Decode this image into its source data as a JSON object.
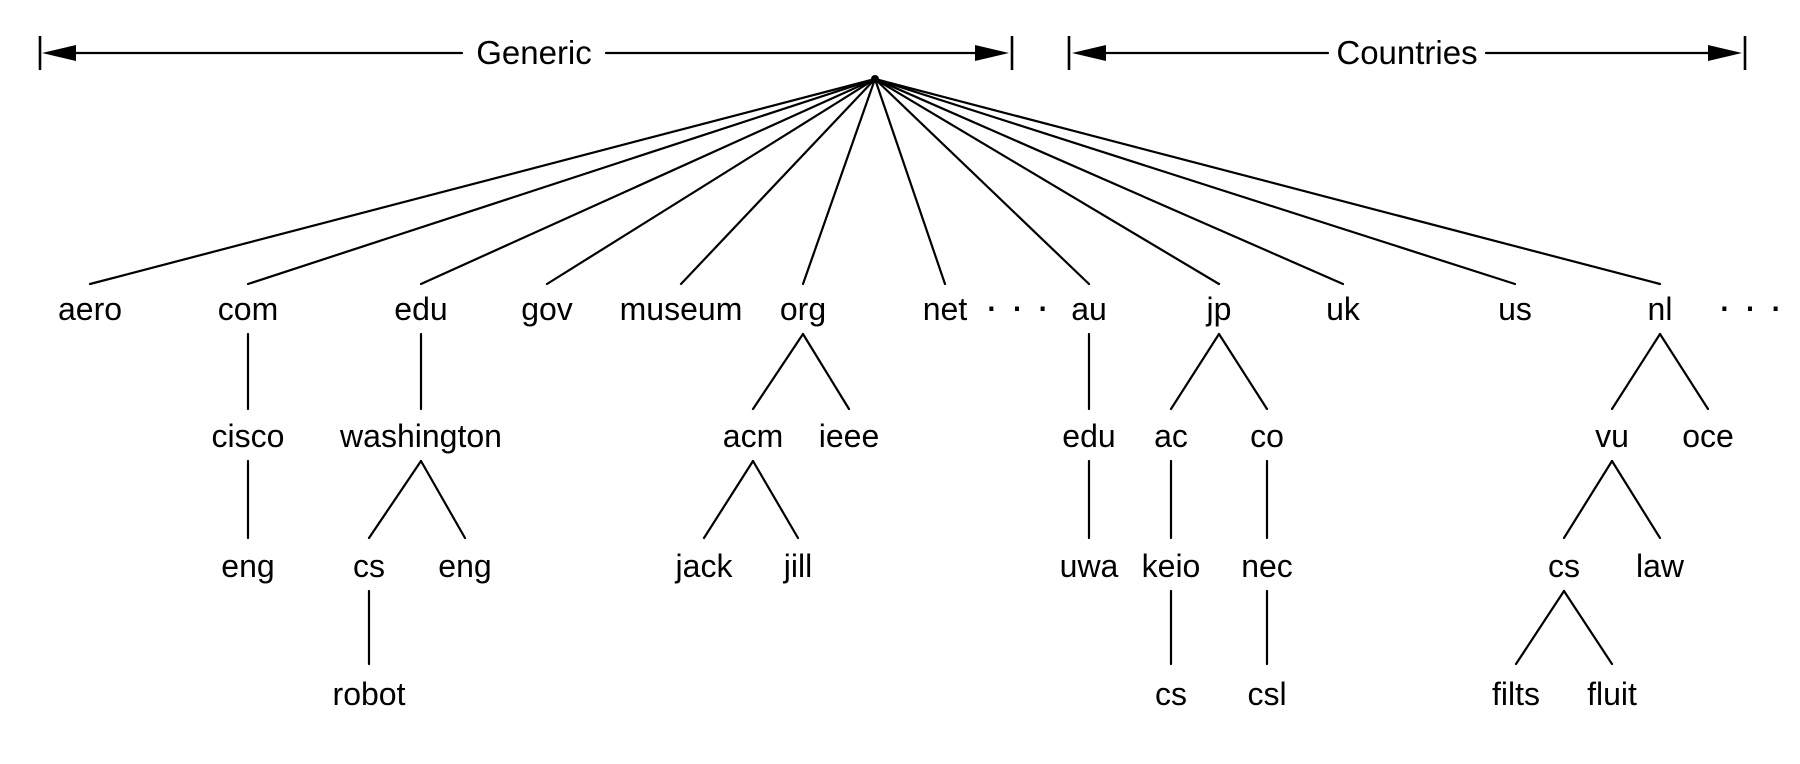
{
  "figure": {
    "description": "DNS domain name space tree",
    "colors": {
      "ink": "#000000",
      "background": "#ffffff"
    }
  },
  "sections": [
    {
      "label": "Generic"
    },
    {
      "label": "Countries"
    }
  ],
  "tree": {
    "children": [
      {
        "label": "aero"
      },
      {
        "label": "com",
        "children": [
          {
            "label": "cisco",
            "children": [
              {
                "label": "eng"
              }
            ]
          }
        ]
      },
      {
        "label": "edu",
        "children": [
          {
            "label": "washington",
            "children": [
              {
                "label": "cs",
                "children": [
                  {
                    "label": "robot"
                  }
                ]
              },
              {
                "label": "eng"
              }
            ]
          }
        ]
      },
      {
        "label": "gov"
      },
      {
        "label": "museum"
      },
      {
        "label": "org",
        "children": [
          {
            "label": "acm",
            "children": [
              {
                "label": "jack"
              },
              {
                "label": "jill"
              }
            ]
          },
          {
            "label": "ieee"
          }
        ]
      },
      {
        "label": "net"
      },
      {
        "label": "· · ·"
      },
      {
        "label": "au",
        "children": [
          {
            "label": "edu",
            "children": [
              {
                "label": "uwa"
              }
            ]
          }
        ]
      },
      {
        "label": "jp",
        "children": [
          {
            "label": "ac",
            "children": [
              {
                "label": "keio",
                "children": [
                  {
                    "label": "cs"
                  }
                ]
              }
            ]
          },
          {
            "label": "co",
            "children": [
              {
                "label": "nec",
                "children": [
                  {
                    "label": "csl"
                  }
                ]
              }
            ]
          }
        ]
      },
      {
        "label": "uk"
      },
      {
        "label": "us"
      },
      {
        "label": "nl",
        "children": [
          {
            "label": "vu",
            "children": [
              {
                "label": "cs",
                "children": [
                  {
                    "label": "filts"
                  },
                  {
                    "label": "fluit"
                  }
                ]
              },
              {
                "label": "law"
              }
            ]
          },
          {
            "label": "oce"
          }
        ]
      },
      {
        "label": "· · ·"
      }
    ]
  }
}
